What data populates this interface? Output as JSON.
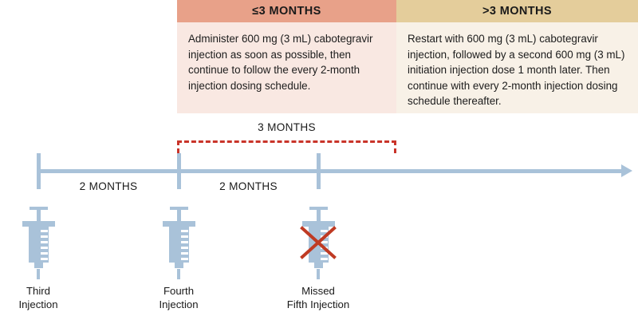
{
  "panels": [
    {
      "id": "less-equal-3-months",
      "header": "≤3 MONTHS",
      "body": "Administer 600 mg (3 mL) cabotegravir injection as soon as possible, then continue to follow the every 2-month injection dosing schedule.",
      "header_color": "#e8a189",
      "body_color": "#f9e8e2"
    },
    {
      "id": "greater-3-months",
      "header": ">3 MONTHS",
      "body": "Restart with 600 mg (3 mL) cabotegravir injection, followed by a second 600 mg (3 mL) initiation injection dose 1 month later. Then continue with every 2-month injection dosing schedule thereafter.",
      "header_color": "#e4cd9b",
      "body_color": "#f8f1e7"
    }
  ],
  "timeline": {
    "bracket_label": "3 MONTHS",
    "bracket_color": "#c9342a",
    "axis_color": "#a9c2d9",
    "intervals": [
      {
        "label": "2 MONTHS"
      },
      {
        "label": "2 MONTHS"
      }
    ],
    "events": [
      {
        "icon": "syringe-icon",
        "missed": false,
        "caption_line1": "Third",
        "caption_line2": "Injection"
      },
      {
        "icon": "syringe-icon",
        "missed": false,
        "caption_line1": "Fourth",
        "caption_line2": "Injection"
      },
      {
        "icon": "syringe-icon",
        "missed": true,
        "caption_line1": "Missed",
        "caption_line2": "Fifth Injection",
        "cross_color": "#bf3a23"
      }
    ]
  }
}
